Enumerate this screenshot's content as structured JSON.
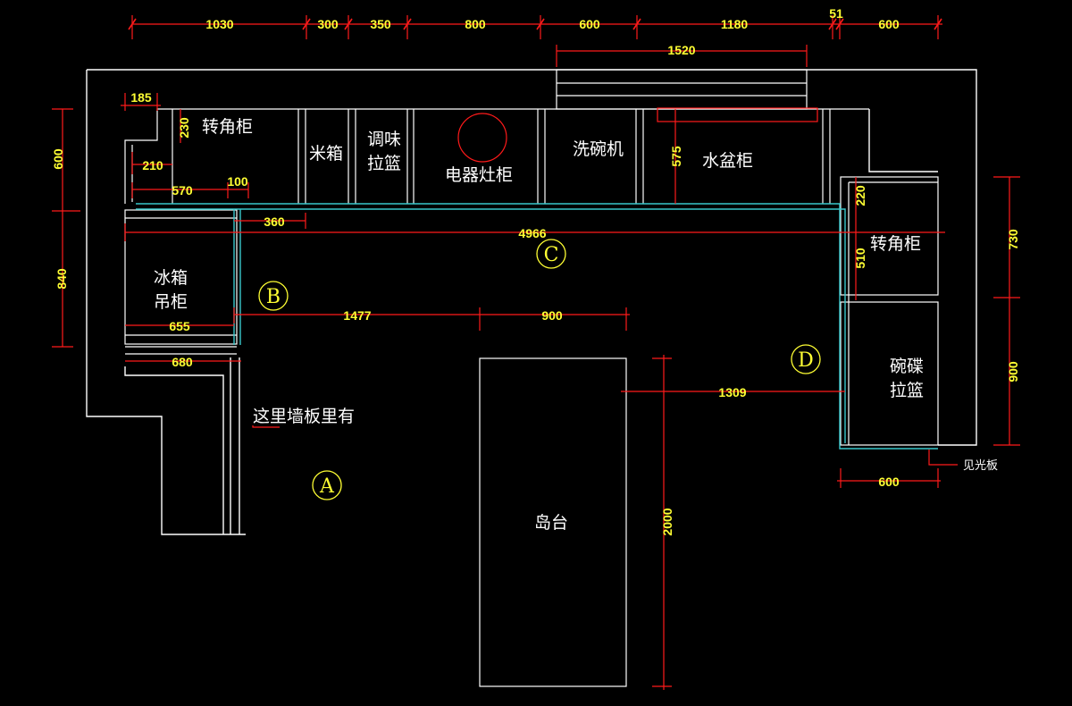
{
  "top_dims": [
    "1030",
    "300",
    "350",
    "800",
    "600",
    "1180",
    "51",
    "600"
  ],
  "dim_1520": "1520",
  "labels": {
    "corner_top": "转角柜",
    "rice_box": "米箱",
    "seasoning_1": "调味",
    "seasoning_2": "拉篮",
    "stove": "电器灶柜",
    "dishwasher": "洗碗机",
    "sink": "水盆柜",
    "corner_right": "转角柜",
    "fridge_1": "冰箱",
    "fridge_2": "吊柜",
    "bowl_1": "碗碟",
    "bowl_2": "拉篮",
    "island": "岛台",
    "wall_note": "这里墙板里有",
    "light_panel": "见光板"
  },
  "dims": {
    "d185": "185",
    "d230": "230",
    "d210": "210",
    "d570": "570",
    "d100": "100",
    "d360": "360",
    "d4966": "4966",
    "d575": "575",
    "d220": "220",
    "d510": "510",
    "d655": "655",
    "d680": "680",
    "d1477": "1477",
    "d900_h": "900",
    "d1309": "1309",
    "d2000": "2000",
    "d600_left": "600",
    "d840": "840",
    "d730": "730",
    "d900_v": "900",
    "d600_bottom": "600"
  },
  "zones": [
    "A",
    "B",
    "C",
    "D"
  ],
  "colors": {
    "background": "#000000",
    "walls": "#ffffff",
    "countertop": "#39c8cc",
    "dimension_lines": "#ff1a1a",
    "dimension_text": "#ffff33"
  }
}
